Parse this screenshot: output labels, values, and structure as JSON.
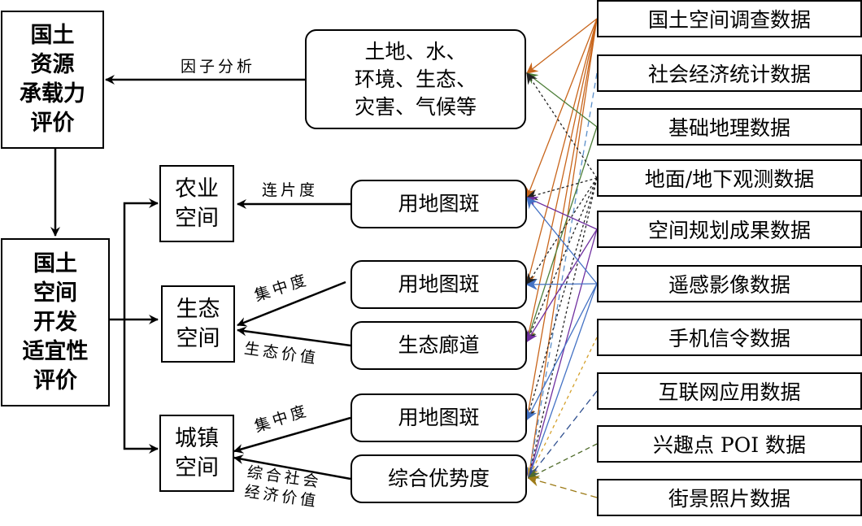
{
  "nodes": {
    "capacity": "国土\n资源\n承载力\n评价",
    "suitability": "国土\n空间\n开发\n适宜性\n评价",
    "factors": "土地、水、\n环境、生态、\n灾害、气候等",
    "agri_space": "农业\n空间",
    "eco_space": "生态\n空间",
    "urban_space": "城镇\n空间",
    "agri_patch": "用地图斑",
    "eco_patch": "用地图斑",
    "eco_corridor": "生态廊道",
    "urban_patch": "用地图斑",
    "urban_advantage": "综合优势度"
  },
  "edge_labels": {
    "factor_analysis": "因子分析",
    "contiguity": "连片度",
    "eco_concentration": "集中度",
    "eco_value": "生态价值",
    "urban_concentration": "集中度",
    "socio_economic_value": "综合社会\n经济价值"
  },
  "sources": [
    {
      "label": "国土空间调查数据",
      "color": "#c8651b"
    },
    {
      "label": "社会经济统计数据",
      "color": "#5b8fc9"
    },
    {
      "label": "基础地理数据",
      "color": "#4e7f3a"
    },
    {
      "label": "地面/地下观测数据",
      "color": "#222222"
    },
    {
      "label": "空间规划成果数据",
      "color": "#7030a0"
    },
    {
      "label": "遥感影像数据",
      "color": "#4472c4"
    },
    {
      "label": "手机信令数据",
      "color": "#d4a02a"
    },
    {
      "label": "互联网应用数据",
      "color": "#2f4f8f"
    },
    {
      "label": "兴趣点 POI 数据",
      "color": "#4f6b2a"
    },
    {
      "label": "街景照片数据",
      "color": "#9c7a16"
    }
  ]
}
